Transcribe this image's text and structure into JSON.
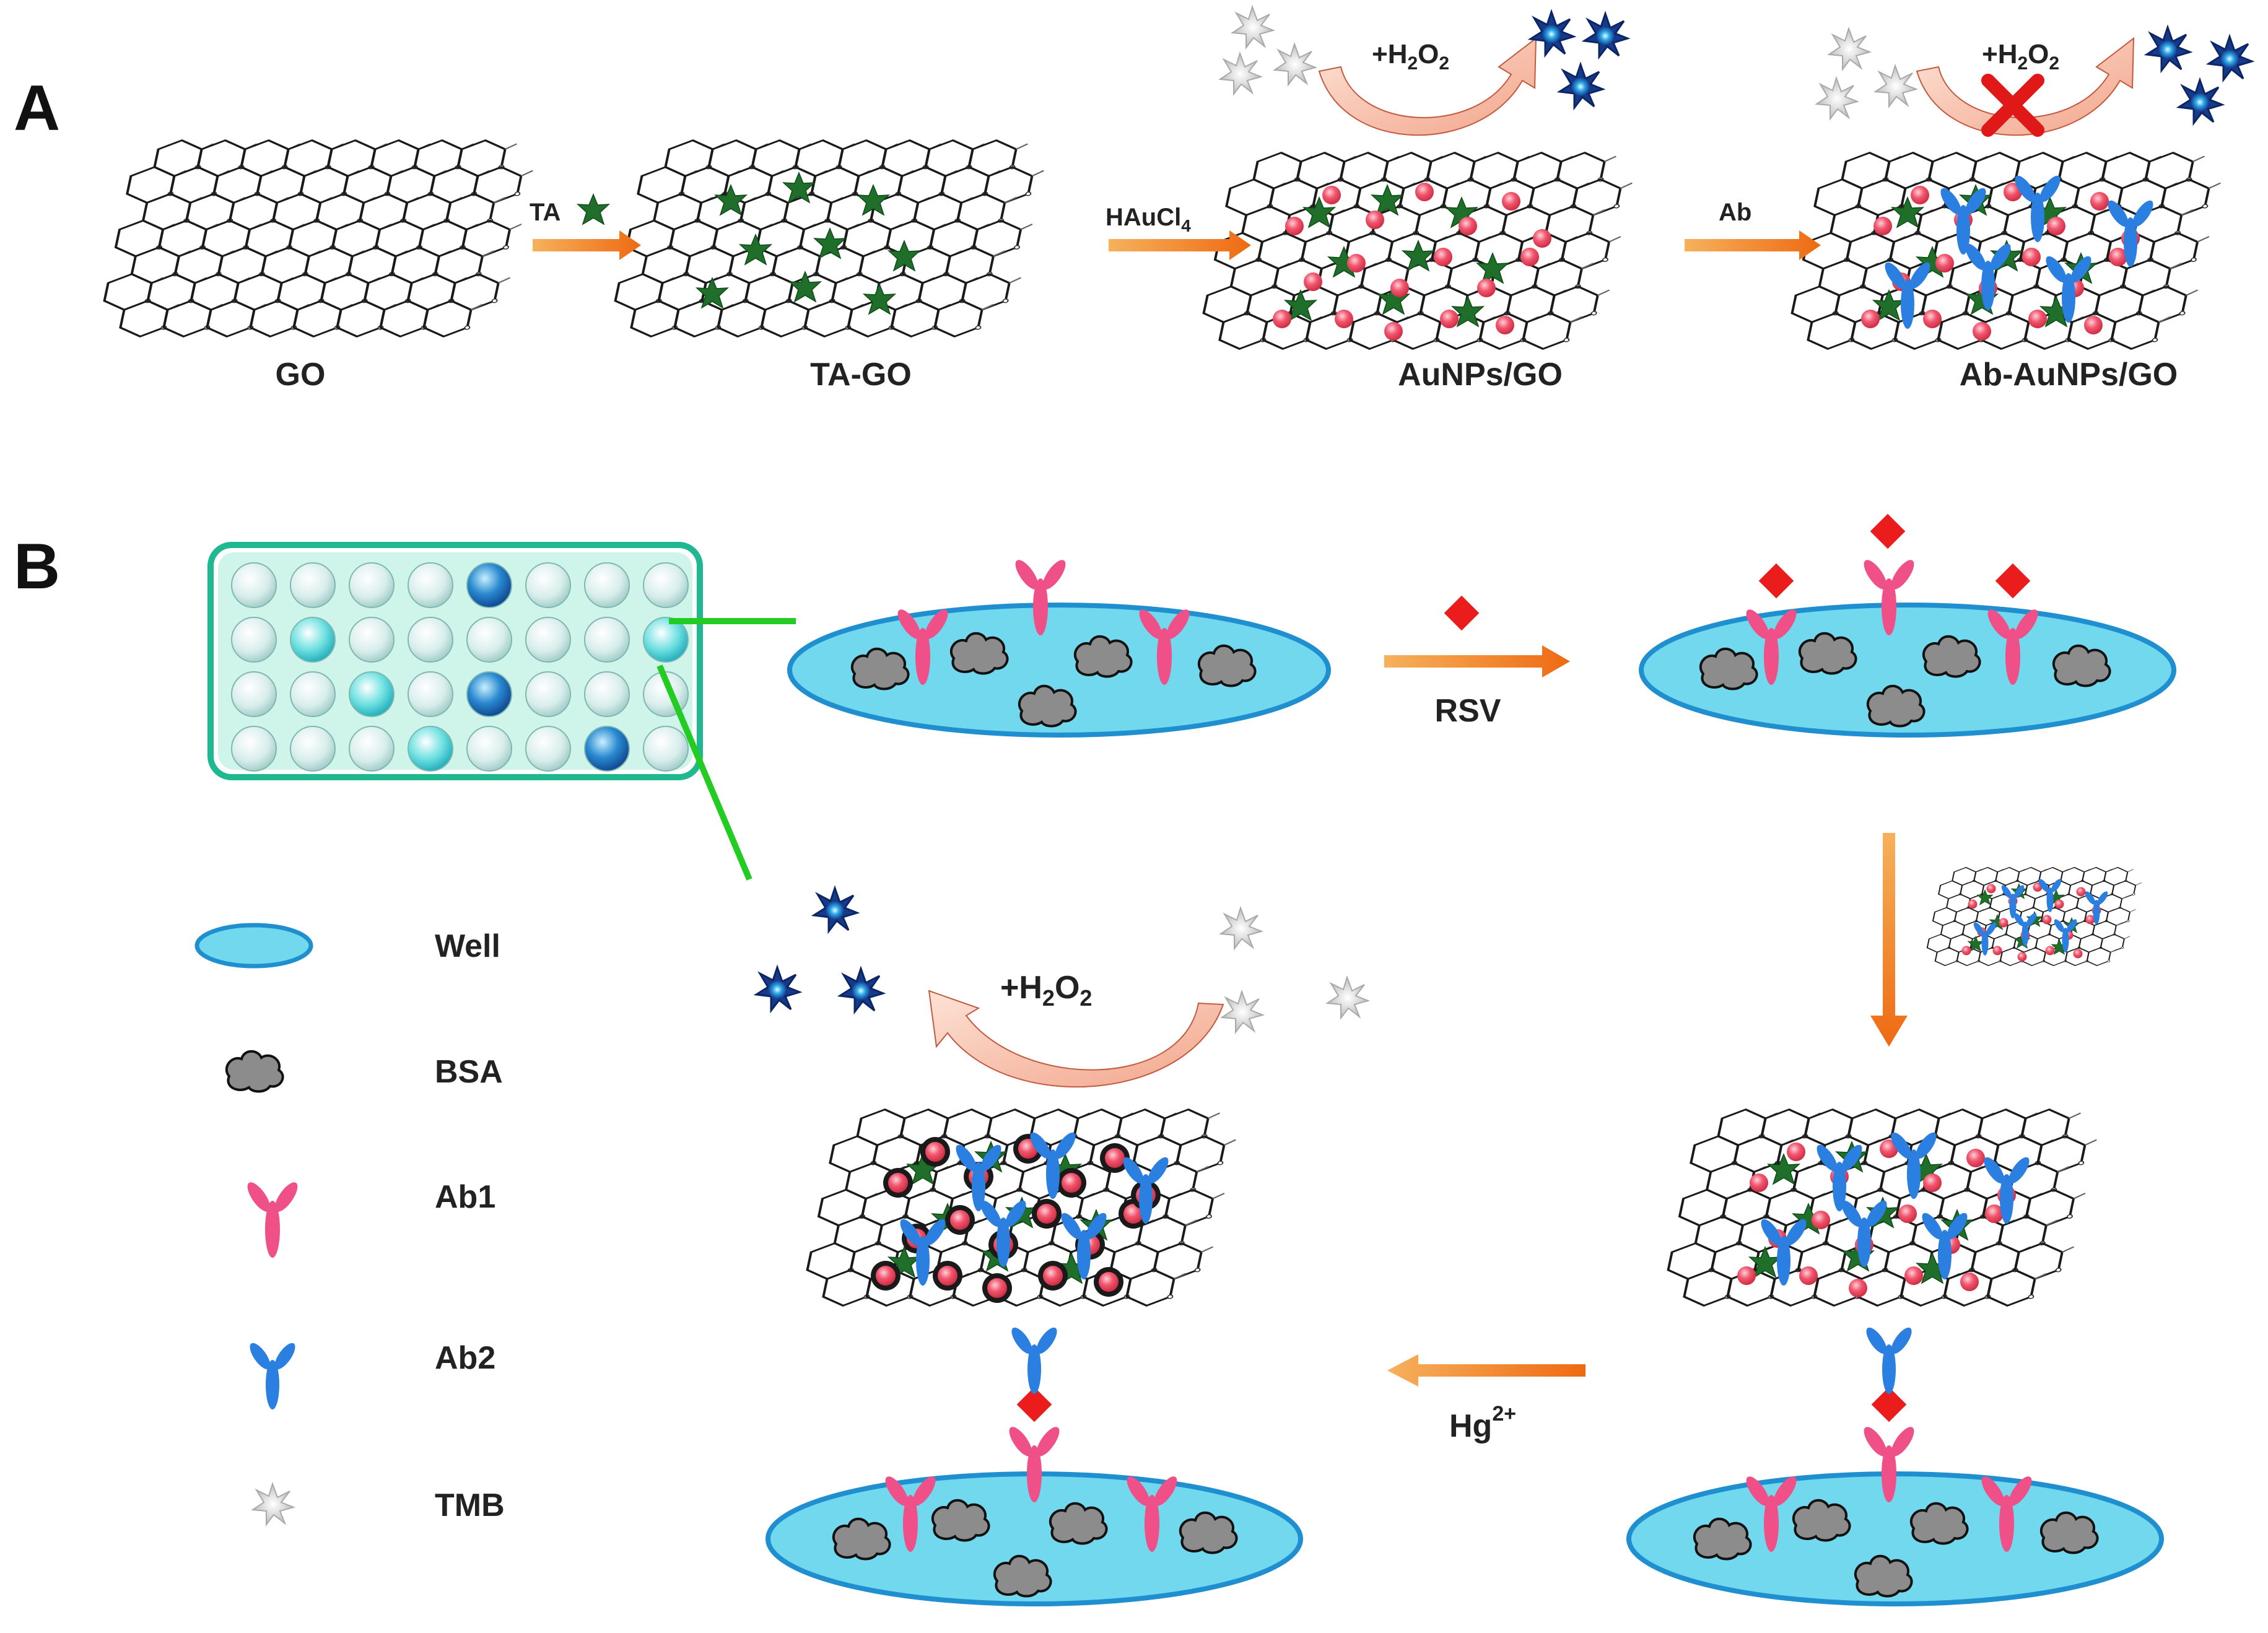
{
  "panels": {
    "a": "A",
    "b": "B"
  },
  "row_a": {
    "steps": [
      "GO",
      "TA-GO",
      "AuNPs/GO",
      "Ab-AuNPs/GO"
    ],
    "arrows": {
      "ta": "TA",
      "haucl4_main": "HAuCl",
      "haucl4_sub": "4",
      "ab": "Ab"
    },
    "reaction": {
      "prefix": "+H",
      "sub": "2",
      "mid": "O",
      "sub2": "2"
    }
  },
  "row_b": {
    "arrows": {
      "rsv": "RSV",
      "hg_main": "Hg",
      "hg_sup": "2+"
    },
    "reaction": {
      "prefix": "+H",
      "sub": "2",
      "mid": "O",
      "sub2": "2"
    }
  },
  "legend": [
    {
      "key": "well",
      "label": "Well"
    },
    {
      "key": "bsa",
      "label": "BSA"
    },
    {
      "key": "ab1",
      "label": "Ab1"
    },
    {
      "key": "ab2",
      "label": "Ab2"
    },
    {
      "key": "tmb",
      "label": "TMB"
    }
  ],
  "colors": {
    "arrow": "#f07a20",
    "well": "#72d8ee",
    "well_edge": "#1f8fcf",
    "bsa": "#8c8c8c",
    "ab1": "#ee5087",
    "ab2": "#2a7fe0",
    "antigen": "#ea1c1c",
    "gold": "#f1566e",
    "ta": "#1f6f2a",
    "tmb_oxidized": "#163a8a",
    "tmb": "#cfcfcf",
    "plate": "#20b890",
    "green_line": "#22cc22"
  }
}
